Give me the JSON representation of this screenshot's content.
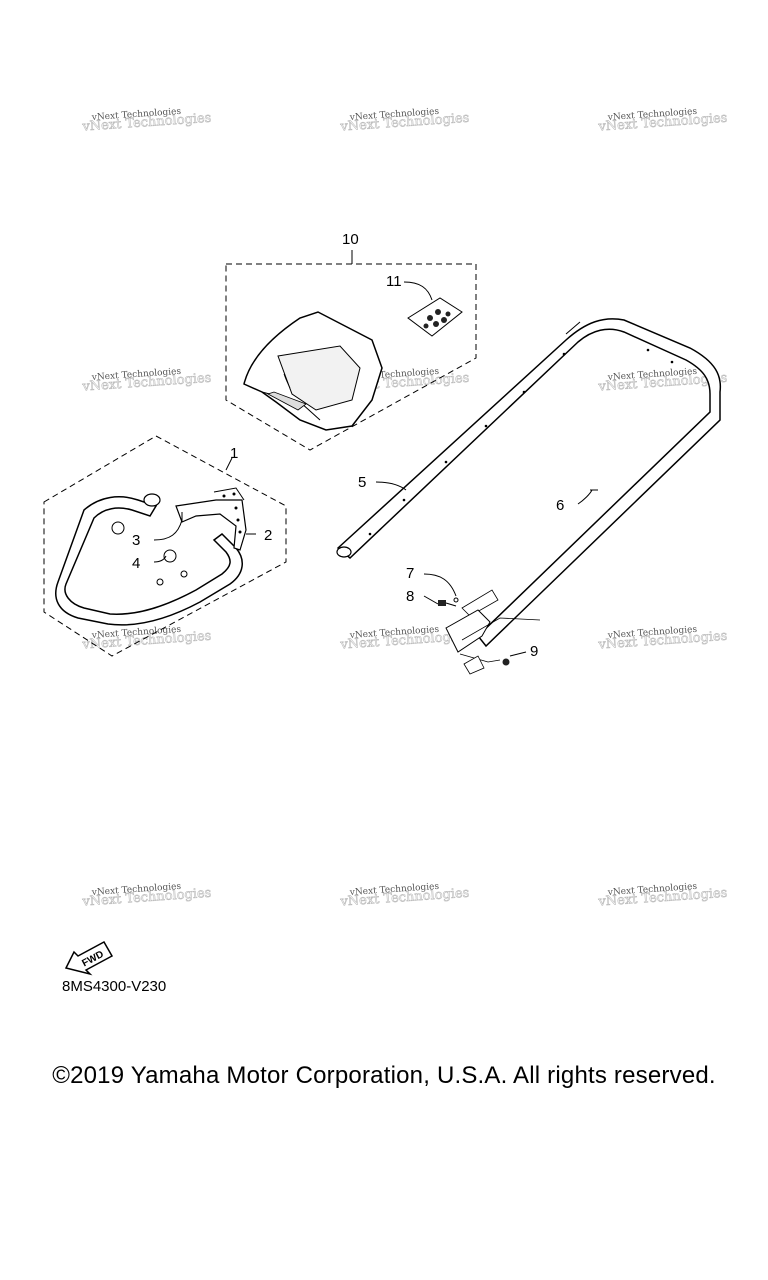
{
  "callouts": [
    "1",
    "2",
    "3",
    "4",
    "5",
    "6",
    "7",
    "8",
    "9",
    "10",
    "11"
  ],
  "watermark": "vNext Technologies",
  "fwd_label": "FWD",
  "diagram_code": "8MS4300-V230",
  "copyright": "©2019 Yamaha Motor Corporation, U.S.A. All rights reserved."
}
